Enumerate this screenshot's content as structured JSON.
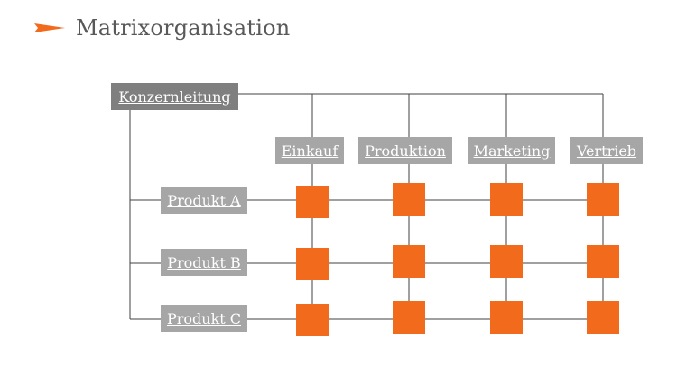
{
  "title": "Matrixorganisation",
  "colors": {
    "accent": "#f26b1d",
    "box": "#a6a6a6",
    "box_dark": "#7f7f7f",
    "line": "#404040"
  },
  "top": {
    "label": "Konzernleitung"
  },
  "functions": [
    {
      "label": "Einkauf"
    },
    {
      "label": "Produktion"
    },
    {
      "label": "Marketing"
    },
    {
      "label": "Vertrieb"
    }
  ],
  "products": [
    {
      "label": "Produkt A"
    },
    {
      "label": "Produkt B"
    },
    {
      "label": "Produkt C"
    }
  ]
}
